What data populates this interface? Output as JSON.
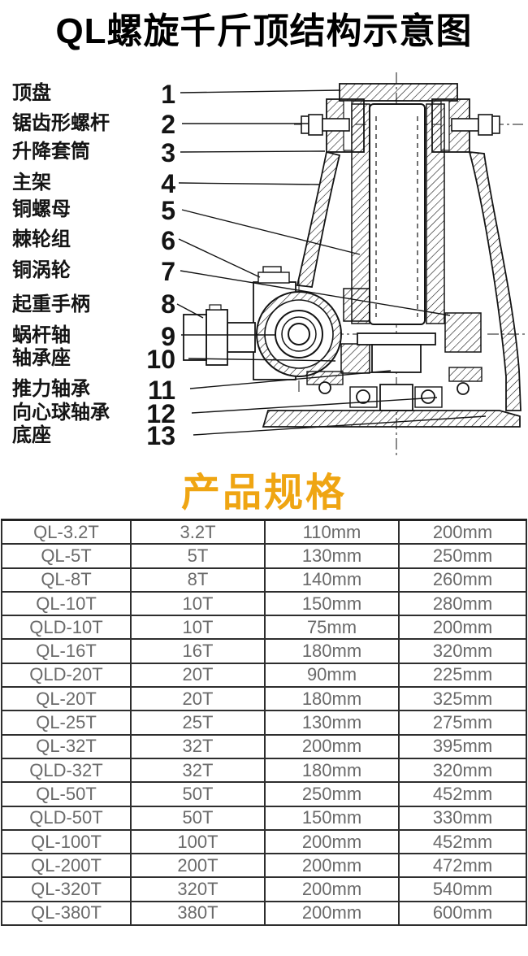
{
  "title": "QL螺旋千斤顶结构示意图",
  "section_heading": "产品规格",
  "colors": {
    "heading_orange": "#EFA512",
    "line_ink": "#141414",
    "table_text": "#6a6a6a"
  },
  "diagram": {
    "description": "QL screw jack sectional structure drawing",
    "parts": [
      {
        "num": "1",
        "name": "顶盘"
      },
      {
        "num": "2",
        "name": "锯齿形螺杆"
      },
      {
        "num": "3",
        "name": "升降套筒"
      },
      {
        "num": "4",
        "name": "主架"
      },
      {
        "num": "5",
        "name": "铜螺母"
      },
      {
        "num": "6",
        "name": "棘轮组"
      },
      {
        "num": "7",
        "name": "铜涡轮"
      },
      {
        "num": "8",
        "name": "起重手柄"
      },
      {
        "num": "9",
        "name": "蜗杆轴"
      },
      {
        "num": "10",
        "name": "轴承座"
      },
      {
        "num": "11",
        "name": "推力轴承"
      },
      {
        "num": "12",
        "name": "向心球轴承"
      },
      {
        "num": "13",
        "name": "底座"
      }
    ]
  },
  "spec_table": {
    "rows": [
      [
        "QL-3.2T",
        "3.2T",
        "110mm",
        "200mm"
      ],
      [
        "QL-5T",
        "5T",
        "130mm",
        "250mm"
      ],
      [
        "QL-8T",
        "8T",
        "140mm",
        "260mm"
      ],
      [
        "QL-10T",
        "10T",
        "150mm",
        "280mm"
      ],
      [
        "QLD-10T",
        "10T",
        "75mm",
        "200mm"
      ],
      [
        "QL-16T",
        "16T",
        "180mm",
        "320mm"
      ],
      [
        "QLD-20T",
        "20T",
        "90mm",
        "225mm"
      ],
      [
        "QL-20T",
        "20T",
        "180mm",
        "325mm"
      ],
      [
        "QL-25T",
        "25T",
        "130mm",
        "275mm"
      ],
      [
        "QL-32T",
        "32T",
        "200mm",
        "395mm"
      ],
      [
        "QLD-32T",
        "32T",
        "180mm",
        "320mm"
      ],
      [
        "QL-50T",
        "50T",
        "250mm",
        "452mm"
      ],
      [
        "QLD-50T",
        "50T",
        "150mm",
        "330mm"
      ],
      [
        "QL-100T",
        "100T",
        "200mm",
        "452mm"
      ],
      [
        "QL-200T",
        "200T",
        "200mm",
        "472mm"
      ],
      [
        "QL-320T",
        "320T",
        "200mm",
        "540mm"
      ],
      [
        "QL-380T",
        "380T",
        "200mm",
        "600mm"
      ]
    ]
  }
}
